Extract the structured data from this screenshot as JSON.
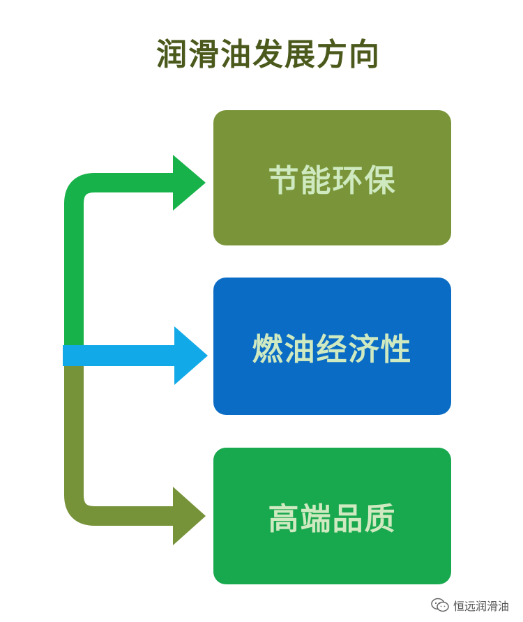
{
  "title": "润滑油发展方向",
  "boxes": [
    {
      "label": "节能环保",
      "color": "#7a9539"
    },
    {
      "label": "燃油经济性",
      "color": "#0a6cc4"
    },
    {
      "label": "高端品质",
      "color": "#18a84e"
    }
  ],
  "arrow_colors": {
    "top": "#18b24a",
    "middle": "#12a9e8",
    "bottom": "#77933a"
  },
  "watermark": {
    "text": "恒远润滑油",
    "icon": "wechat-icon"
  }
}
